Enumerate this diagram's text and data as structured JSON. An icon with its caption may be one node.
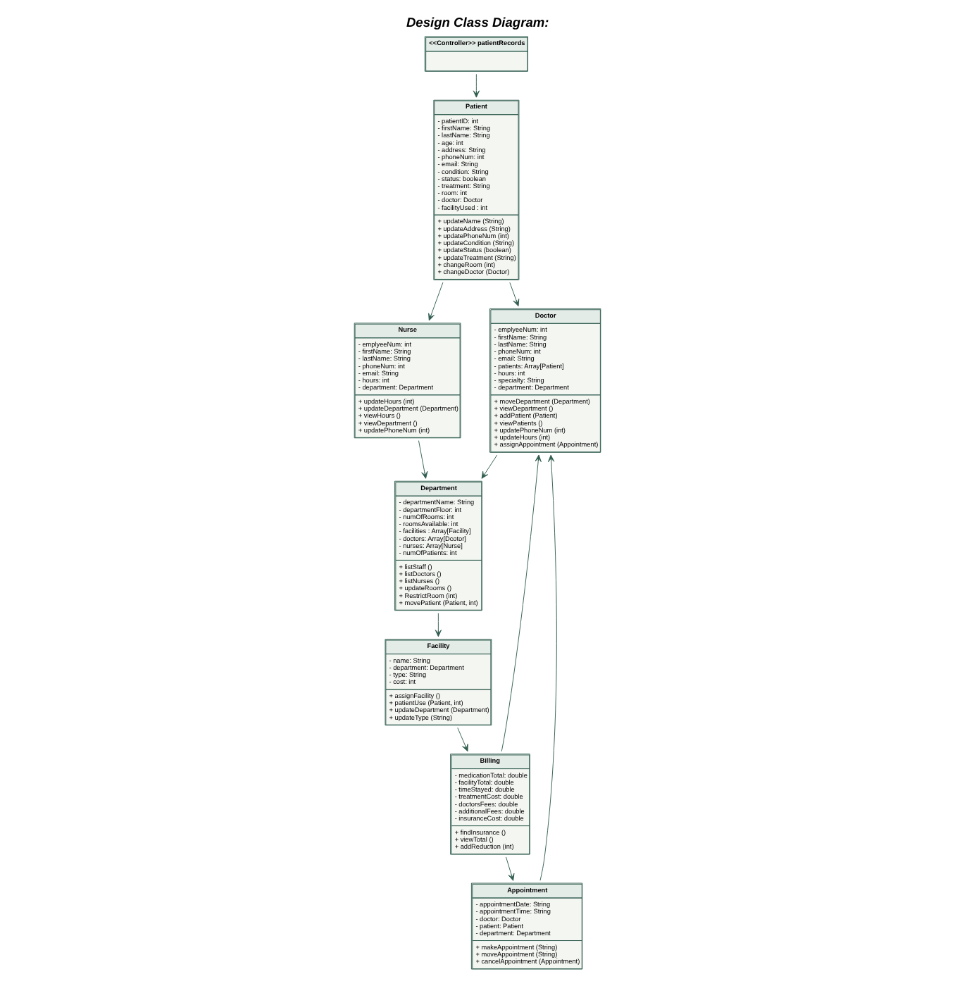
{
  "diagram": {
    "title": "Design Class Diagram:",
    "nodes": [
      {
        "text": [
          "<<Controller>> patientRecords"
        ]
      },
      {
        "text": [
          "Patient",
          "- patientID: int",
          "- firstName: String",
          "- lastName: String",
          "- age: int",
          "- address: String",
          "- phoneNum: int",
          "- email: String",
          "- condition: String",
          "- status: boolean",
          "- treatment: String",
          "- room: int",
          "- doctor: Doctor",
          "- facilityUsed : int",
          "+ updateName (String)",
          "+ updateAddress (String)",
          "+ updatePhoneNum (int)",
          "+ updateCondition (String)",
          "+ updateStatus (boolean)",
          "+ updateTreatment (String)",
          "+ changeRoom (int)",
          "+ changeDoctor (Doctor)"
        ]
      },
      {
        "text": [
          "Doctor",
          "- emplyeeNum: int",
          "- firstName: String",
          "- lastName: String",
          "- phoneNum: int",
          "- email: String",
          "- patients: Array[Patient]",
          "- hours: int",
          "- specialty: String",
          "- department: Department",
          "+ moveDepartment (Department)",
          "+ viewDepartment ()",
          "+ addPatient (Patient)",
          "+ viewPatients ()",
          "+ updatePhoneNum (int)",
          "+ updateHours (int)",
          "+ assignAppointment (Appointment)"
        ]
      },
      {
        "text": [
          "Appointment",
          "- appointmentDate: String",
          "- appointmentTime: String",
          "- doctor: Doctor",
          "- patient: Patient",
          "- department: Department",
          "+ makeAppointment (String)",
          "+ moveAppointment (String)",
          "+ cancelAppointment (Appointment)"
        ]
      },
      {
        "text": [
          "Billing",
          "- medicationTotal: double",
          "- facilityTotal: double",
          "- timeStayed: double",
          "- treatmentCost: double",
          "- doctorsFees: double",
          "- additionalFees: double",
          "- insuranceCost: double",
          "+ findInsurance ()",
          "+ viewTotal ()",
          "+ addReduction (int)"
        ]
      },
      {
        "text": [
          "Nurse",
          "- emplyeeNum: int",
          "- firstName: String",
          "- lastName: String",
          "- phoneNum: int",
          "- email: String",
          "- hours: int",
          "- department: Department",
          "+ updateHours (int)",
          "+ updateDepartment (Department)",
          "+ viewHours ()",
          "+ viewDepartment ()",
          "+ updatePhoneNum (int)"
        ]
      },
      {
        "text": [
          "Department",
          "- departmentName: String",
          "- departmentFloor: int",
          "- numOfRooms: int",
          "- roomsAvailable: int",
          "- facilities : Array[Facility]",
          "- doctors: Array[Dcotor]",
          "- nurses: Array[Nurse]",
          "- numOfPatients: int",
          "+ listStaff ()",
          "+ listDoctors ()",
          "+ listNurses ()",
          "+ updateRooms ()",
          "+ RestrictRoom (int)",
          "+ movePatient (Patient, int)"
        ]
      },
      {
        "text": [
          "Facility",
          "- name: String",
          "- department: Department",
          "- type: String",
          "- cost: int",
          "+ assignFacility ()",
          "+ patientUse (Patient, int)",
          "+ updateDepartment (Department)",
          "+ updateType (String)"
        ]
      }
    ],
    "edges": [
      {
        "from": 0,
        "to": 1,
        "arrow": "to"
      },
      {
        "from": 1,
        "to": 2,
        "arrow": "to"
      },
      {
        "from": 3,
        "to": 2,
        "arrow": "to"
      },
      {
        "from": 4,
        "to": 2,
        "arrow": "to"
      },
      {
        "from": 4,
        "to": 3,
        "arrow": "to"
      },
      {
        "from": 7,
        "to": 4,
        "arrow": "to"
      },
      {
        "from": 2,
        "to": 6,
        "arrow": "to"
      },
      {
        "from": 5,
        "to": 6,
        "arrow": "to"
      },
      {
        "from": 1,
        "to": 5,
        "arrow": "to"
      },
      {
        "from": 6,
        "to": 7,
        "arrow": "to"
      }
    ]
  }
}
